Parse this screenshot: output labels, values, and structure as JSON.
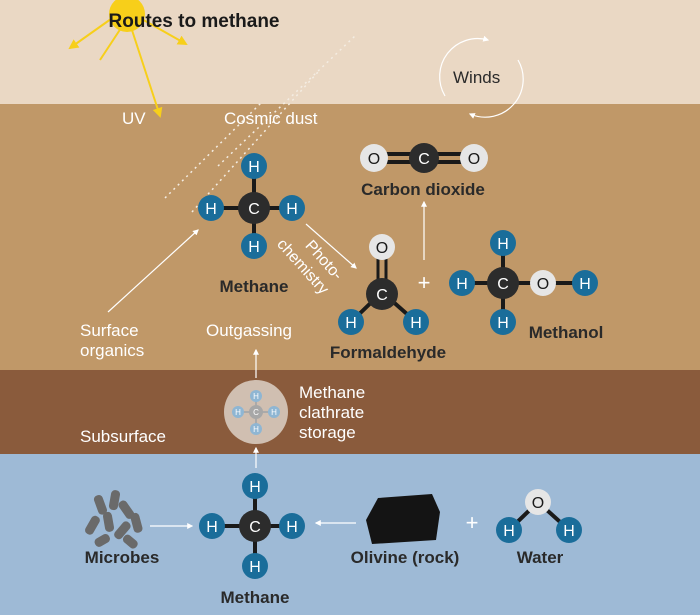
{
  "title": "Routes to methane",
  "labels": {
    "uv": "UV",
    "cosmic_dust": "Cosmic dust",
    "winds": "Winds",
    "carbon_dioxide": "Carbon dioxide",
    "methane_upper": "Methane",
    "photochemistry_1": "Photo-",
    "photochemistry_2": "chemistry",
    "surface_organics_1": "Surface",
    "surface_organics_2": "organics",
    "outgassing": "Outgassing",
    "formaldehyde": "Formaldehyde",
    "methanol": "Methanol",
    "clathrate_1": "Methane",
    "clathrate_2": "clathrate",
    "clathrate_3": "storage",
    "subsurface": "Subsurface",
    "microbes": "Microbes",
    "methane_lower": "Methane",
    "olivine": "Olivine (rock)",
    "water": "Water",
    "plus": "+"
  },
  "atoms": {
    "hydrogen": "H",
    "carbon": "C",
    "oxygen": "O"
  },
  "colors": {
    "sky": "#ead8c4",
    "surface": "#c09868",
    "subsurface": "#8a5b3c",
    "water_layer": "#9ebad6",
    "hydrogen": "#1a6d9a",
    "carbon": "#2c2c2c",
    "oxygen": "#e6e6e6",
    "sun": "#f7cf1a"
  }
}
